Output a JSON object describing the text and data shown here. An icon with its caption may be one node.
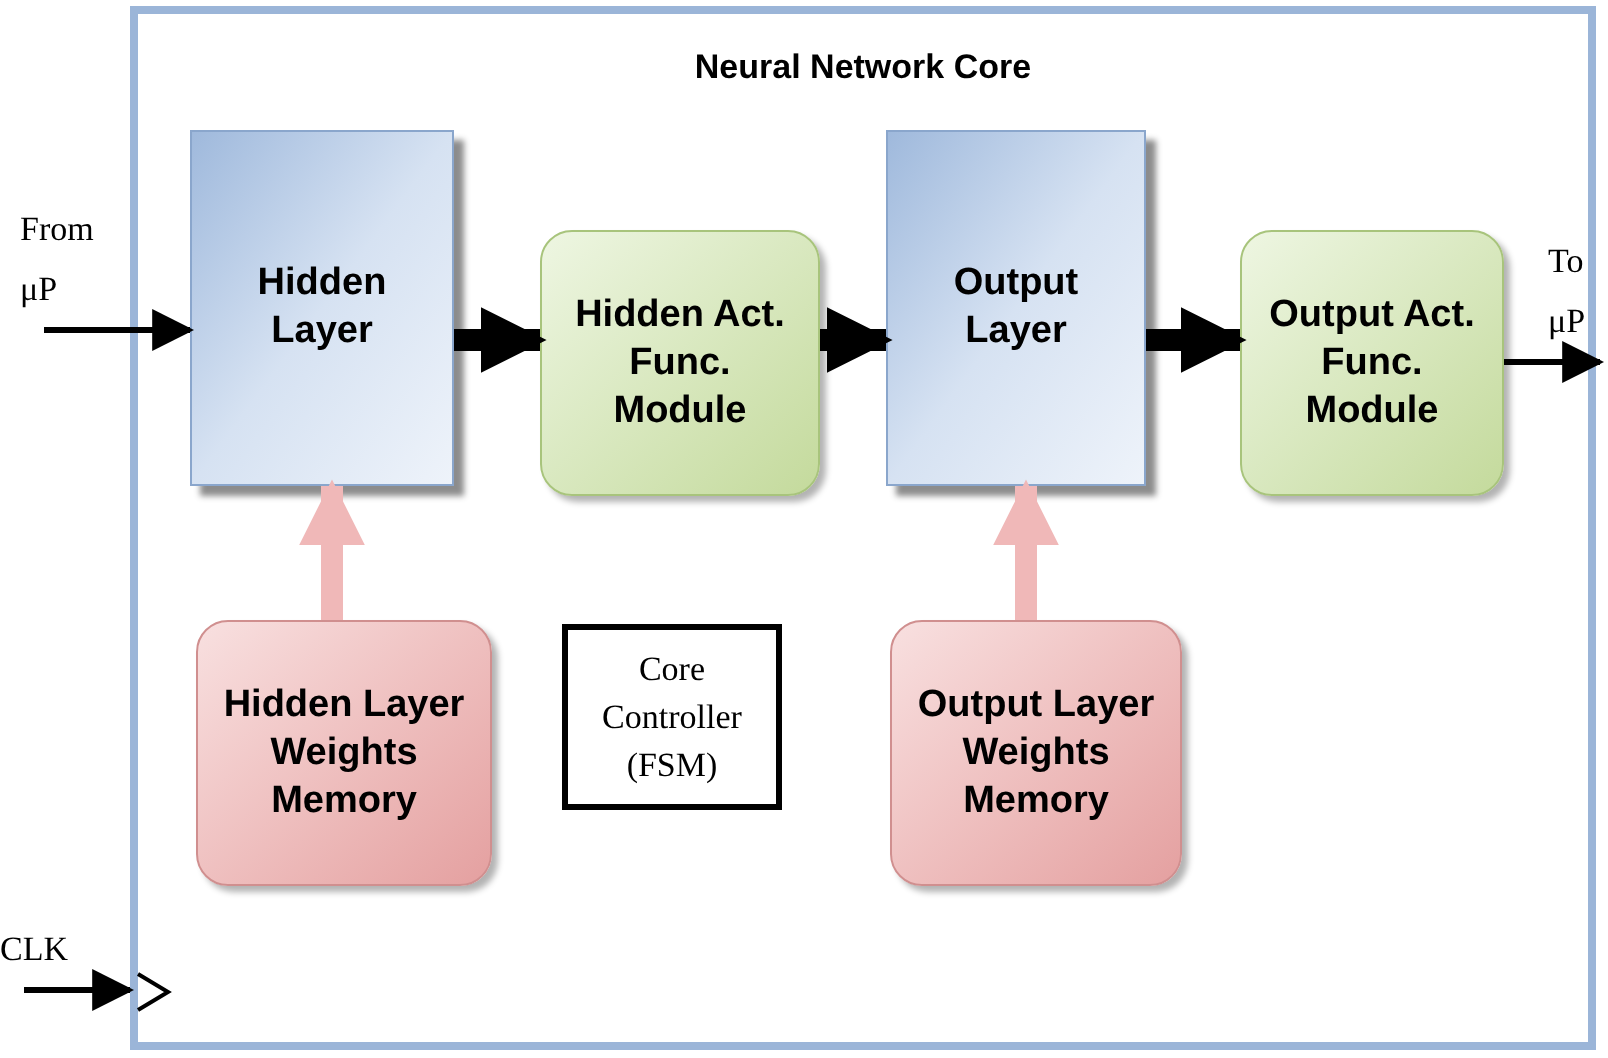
{
  "diagram": {
    "nodes": [
      {
        "text": [
          "Neural Network Core"
        ]
      },
      {
        "text": [
          "Hidden Layer"
        ],
        "in": 0
      },
      {
        "text": [
          "Hidden Act. Func. Module"
        ],
        "in": 0
      },
      {
        "text": [
          "Output Layer"
        ],
        "in": 0
      },
      {
        "text": [
          "Output Act. Func. Module"
        ],
        "in": 0
      },
      {
        "text": [
          "Hidden Layer Weights Memory"
        ],
        "in": 0
      },
      {
        "text": [
          "Core Controller (FSM)"
        ],
        "in": 0
      },
      {
        "text": [
          "Output Layer Weights Memory"
        ],
        "in": 0
      }
    ],
    "edges": [
      {
        "from": null,
        "to": 1,
        "arrow": "to",
        "label": "From μP"
      },
      {
        "from": 1,
        "to": 2,
        "arrow": "to"
      },
      {
        "from": 2,
        "to": 3,
        "arrow": "to"
      },
      {
        "from": 3,
        "to": 4,
        "arrow": "to"
      },
      {
        "from": 4,
        "to": null,
        "arrow": "to",
        "label": "To μP"
      },
      {
        "from": 5,
        "to": 1,
        "arrow": "to",
        "color": "#f0b8b8"
      },
      {
        "from": 7,
        "to": 3,
        "arrow": "to",
        "color": "#f0b8b8"
      },
      {
        "from": null,
        "to": 0,
        "arrow": "to",
        "label": "CLK"
      }
    ]
  }
}
